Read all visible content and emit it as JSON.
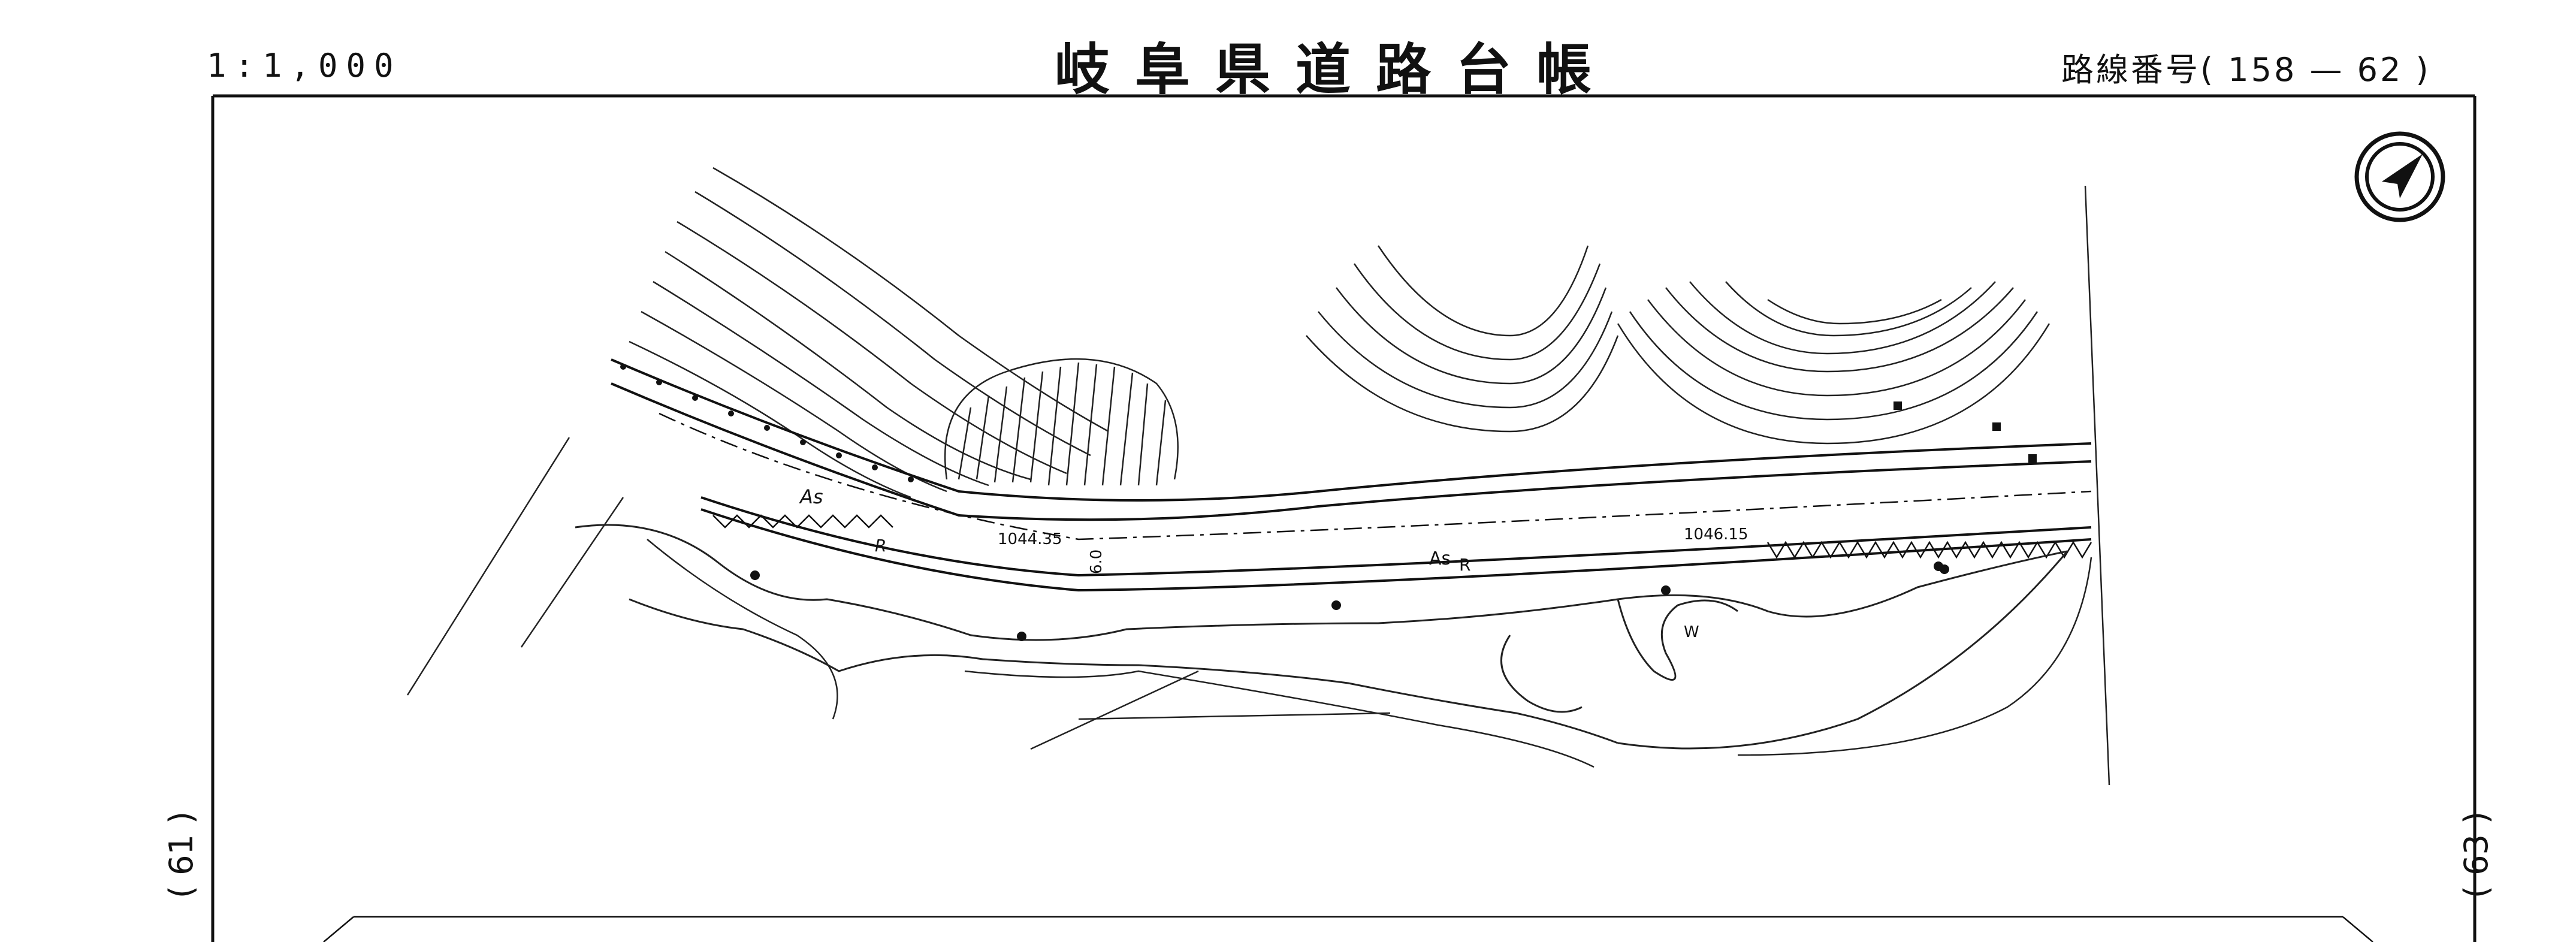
{
  "header": {
    "scale": "1:1,000",
    "title": "岐阜県道路台帳",
    "route_number": "路線番号( 158 — 62 )"
  },
  "side_labels": {
    "left": "( 61 )",
    "right": "( 63 )"
  },
  "map_labels": {
    "chainage_1": "1044.35",
    "chainage_2": "1046.15",
    "width": "6.0",
    "surface_1": "As",
    "surface_2": "As",
    "r_1": "R",
    "r_2": "R",
    "w": "W"
  },
  "icons": {
    "north": "north-arrow-icon"
  },
  "colors": {
    "ink": "#111111",
    "paper": "#ffffff"
  }
}
